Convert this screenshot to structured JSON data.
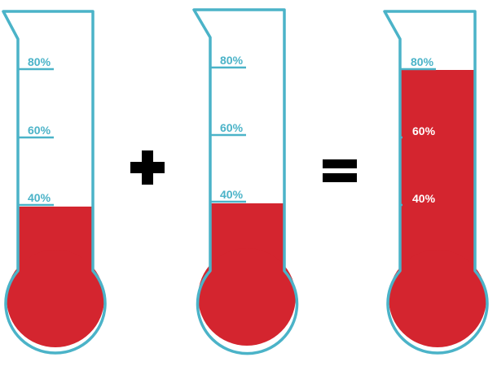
{
  "colors": {
    "outline": "#4bb3c8",
    "fill": "#d4252f",
    "label_on_glass": "#4bb3c8",
    "label_on_fill": "#ffffff",
    "operator": "#000000"
  },
  "thermometers": [
    {
      "fill_level_percent": 40,
      "ticks": [
        {
          "value": 80,
          "label": "80%"
        },
        {
          "value": 60,
          "label": "60%"
        },
        {
          "value": 40,
          "label": "40%"
        }
      ]
    },
    {
      "fill_level_percent": 41,
      "ticks": [
        {
          "value": 80,
          "label": "80%"
        },
        {
          "value": 60,
          "label": "60%"
        },
        {
          "value": 40,
          "label": "40%"
        }
      ]
    },
    {
      "fill_level_percent": 81,
      "ticks": [
        {
          "value": 80,
          "label": "80%"
        },
        {
          "value": 60,
          "label": "60%"
        },
        {
          "value": 40,
          "label": "40%"
        }
      ]
    }
  ],
  "operators": {
    "plus": "plus-sign",
    "equals": "equals-sign"
  }
}
